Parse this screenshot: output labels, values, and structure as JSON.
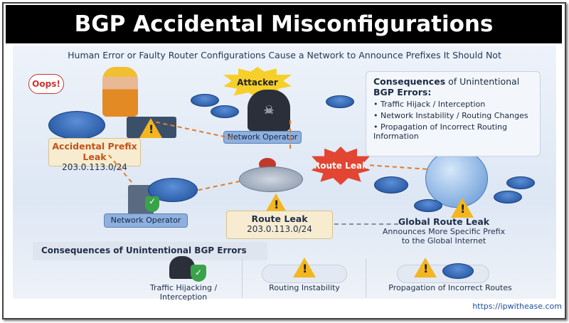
{
  "title": "BGP Accidental Misconfigurations",
  "subtitle": "Human Error or Faulty Router Configurations Cause a Network to Announce Prefixes It Should Not",
  "oops": "Oops!",
  "attacker": "Attacker",
  "network_operator_top": "Network Operator",
  "network_operator_left": "Network Operator",
  "accidental_leak": {
    "title": "Accidental Prefix Leak",
    "prefix": "203.0.113.0/24"
  },
  "route_leak_burst": "Route Leak",
  "route_leak_box": {
    "title": "Route Leak",
    "prefix": "203.0.113.0/24"
  },
  "global_leak": {
    "title": "Global Route Leak",
    "line1": "Announces More Specific Prefix",
    "line2": "to the Global Internet"
  },
  "consequences_box": {
    "heading_bold": "Consequences",
    "heading_rest": " of Unintentional",
    "heading_line2": "BGP Errors:",
    "items": [
      "Traffic Hijack / Interception",
      "Network Instability / Routing Changes",
      "Propagation of Incorrect Routing Information"
    ]
  },
  "bottom": {
    "heading": "Consequences of Unintentional BGP Errors",
    "items": [
      {
        "label": "Traffic Hijacking / Interception",
        "icon": "hacker-shield-icon"
      },
      {
        "label": "Routing Instability",
        "icon": "warning-cloud-icon"
      },
      {
        "label": "Propagation of Incorrect Routes",
        "icon": "warning-router-icon"
      }
    ]
  },
  "watermark": "ipwithease.com",
  "url": "https://ipwithease.com",
  "colors": {
    "title_bg": "#000000",
    "warning": "#f3b61f",
    "router": "#1d4d9a",
    "leak_arrow": "#e07c2b",
    "burst": "#e24532"
  }
}
